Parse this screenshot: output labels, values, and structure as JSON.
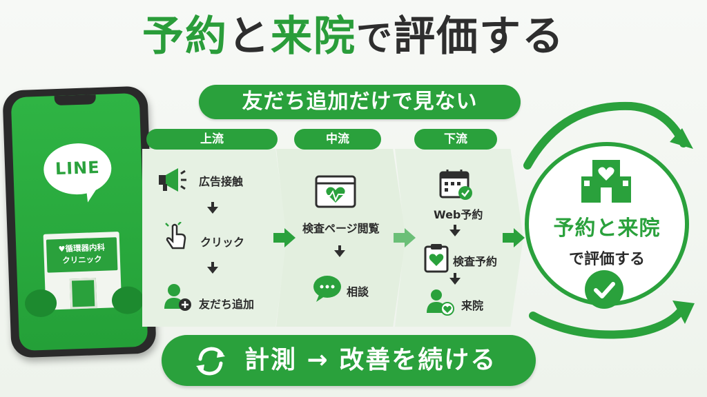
{
  "title": {
    "part1": "予約",
    "part2": "と",
    "part3": "来院",
    "part4": "で",
    "part5": "評価",
    "part6": "する"
  },
  "subtitle": "友だち追加だけで見ない",
  "phone": {
    "logo_text": "LINE",
    "clinic_line1": "循環器内科",
    "clinic_line2": "クリニック"
  },
  "stages": [
    {
      "label": "上流",
      "steps": [
        {
          "icon": "megaphone-icon",
          "text": "広告接触"
        },
        {
          "icon": "click-icon",
          "text": "クリック"
        },
        {
          "icon": "add-friend-icon",
          "text": "友だち追加"
        }
      ]
    },
    {
      "label": "中流",
      "steps": [
        {
          "icon": "browser-heart-icon",
          "text": "検査ページ閲覧"
        },
        {
          "icon": "chat-icon",
          "text": "相談"
        }
      ]
    },
    {
      "label": "下流",
      "steps": [
        {
          "icon": "calendar-check-icon",
          "text": "Web予約"
        },
        {
          "icon": "clipboard-heart-icon",
          "text": "検査予約"
        },
        {
          "icon": "patient-heart-icon",
          "text": "来院"
        }
      ]
    }
  ],
  "result": {
    "line1": "予約と来院",
    "line2": "で評価する"
  },
  "bottom": {
    "text": "計測 → 改善を続ける",
    "icon": "refresh-icon"
  },
  "colors": {
    "accent": "#2aa13c",
    "dark": "#2e2e2e",
    "stage_bg": "#e6f1e3"
  }
}
